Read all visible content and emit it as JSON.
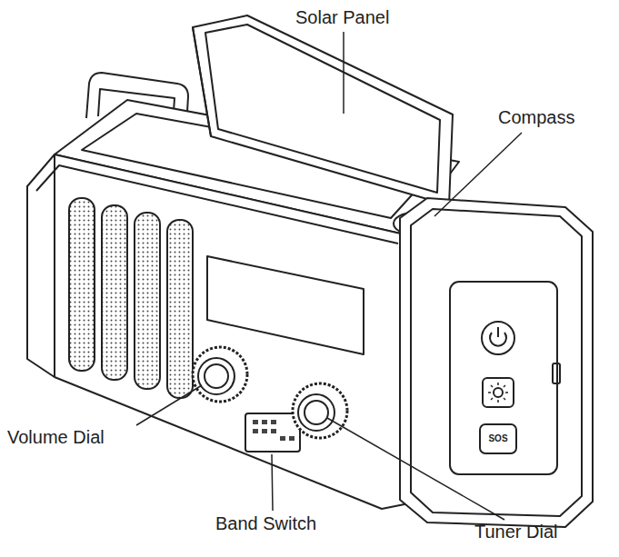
{
  "diagram": {
    "labels": [
      "Solar Panel",
      "Compass",
      "Volume Dial",
      "Band Switch",
      "Tuner Dial",
      "SOS"
    ]
  }
}
